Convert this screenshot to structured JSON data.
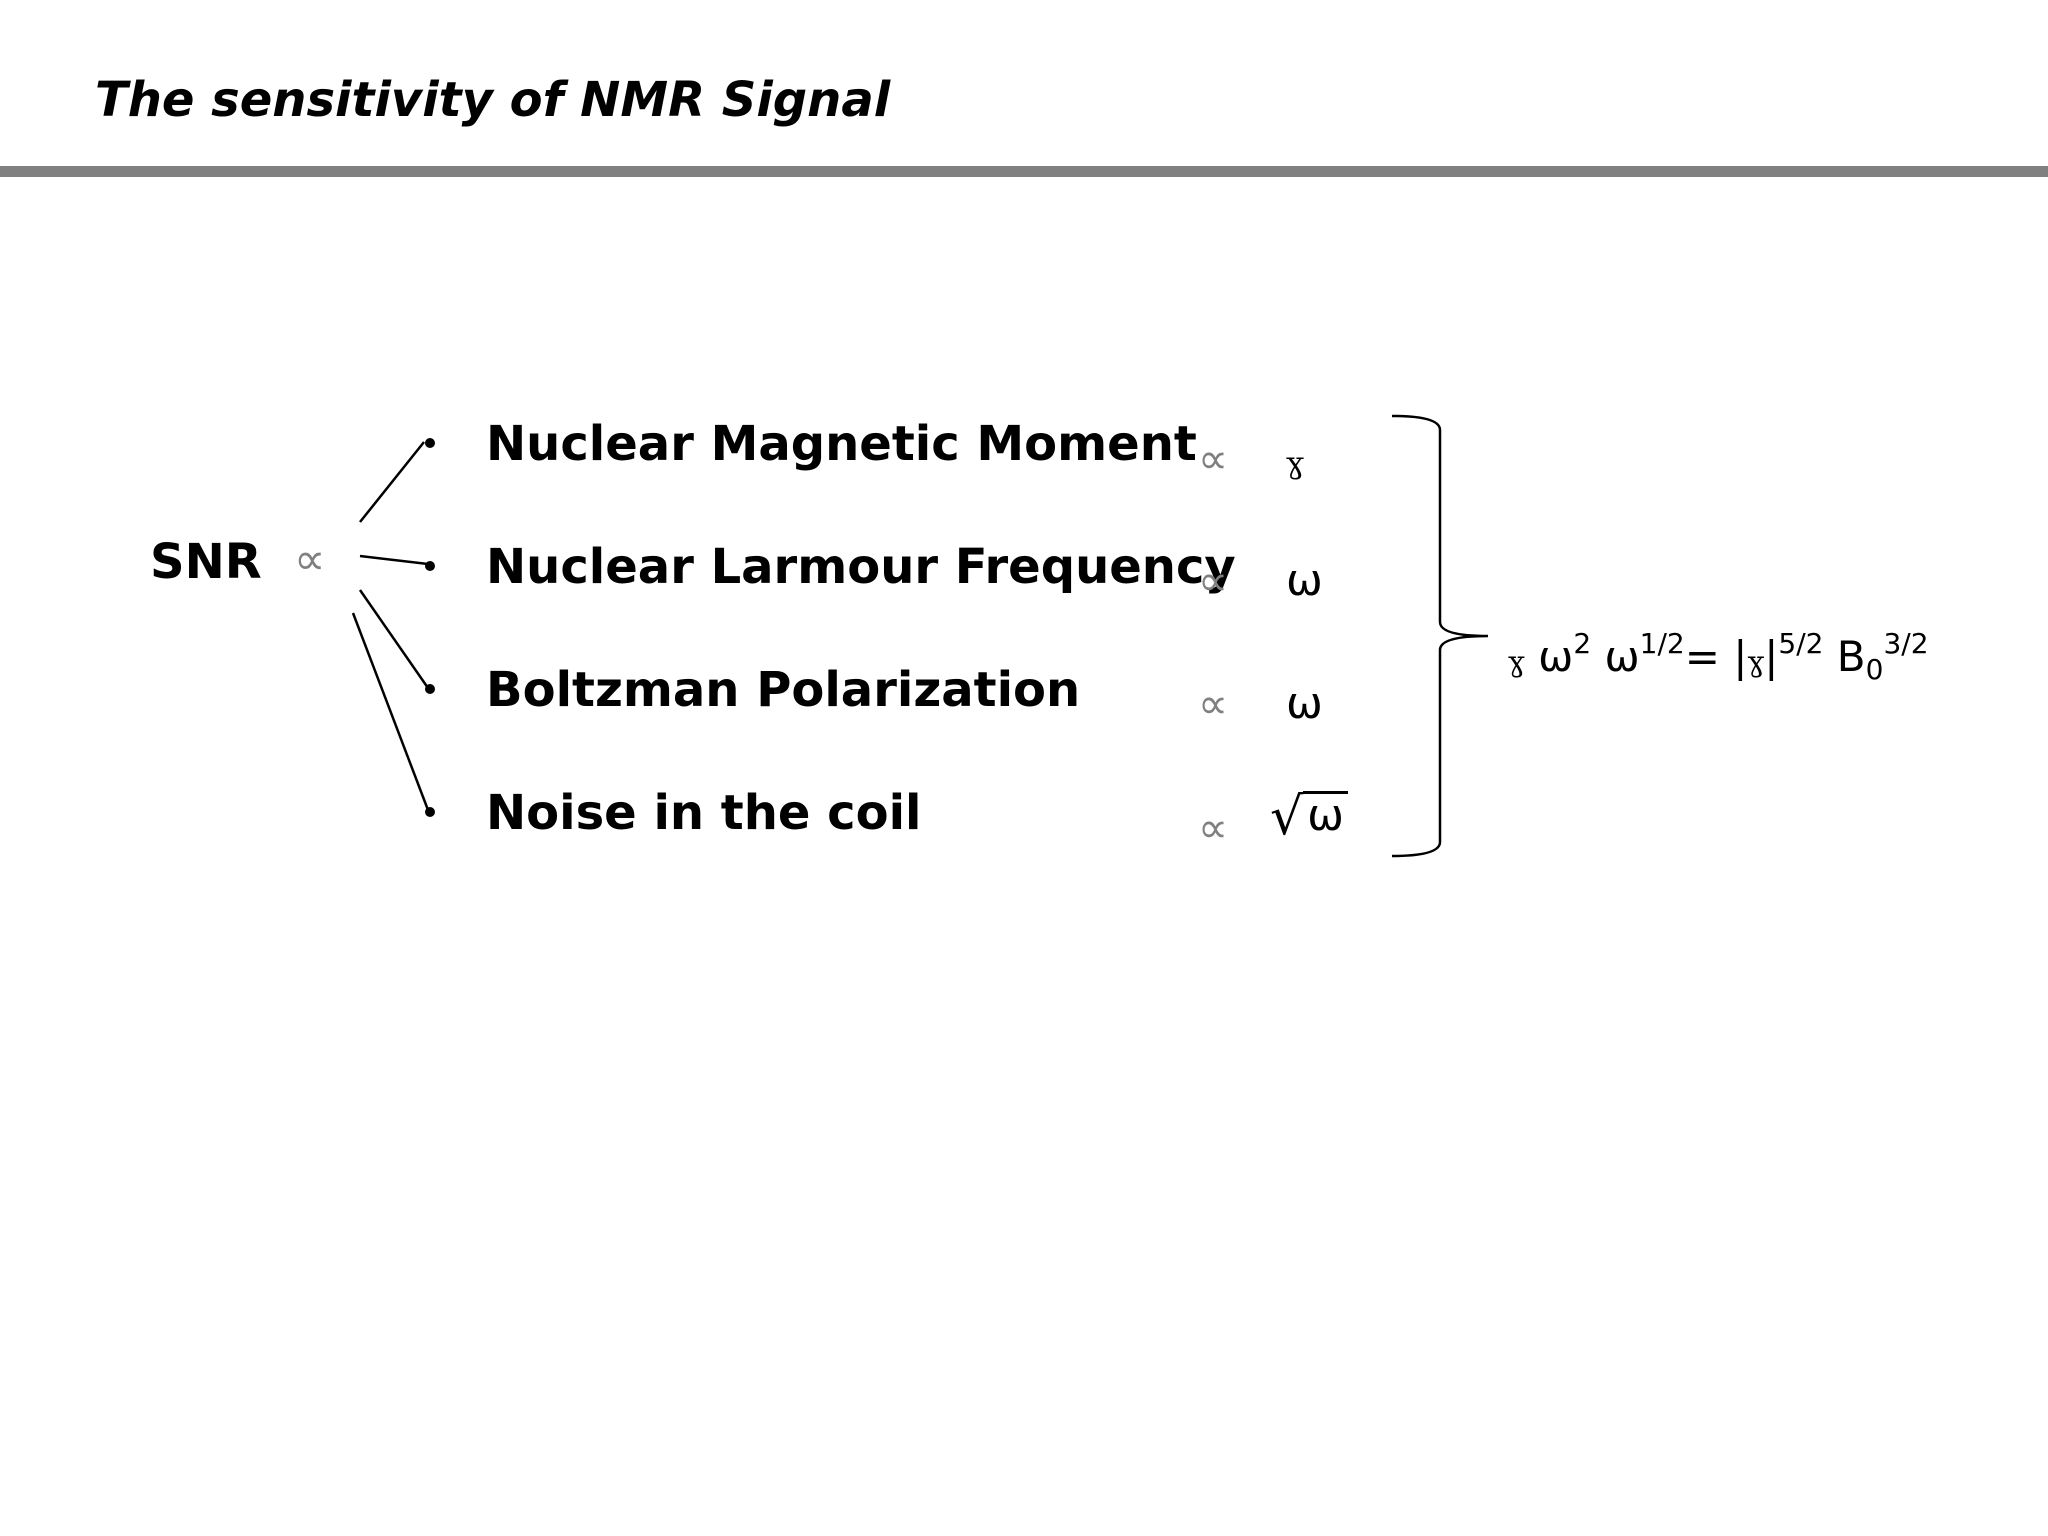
{
  "title": "The sensitivity of NMR Signal",
  "snr_label": "SNR",
  "proportional_symbol": "∝",
  "items": [
    {
      "label": "Nuclear Magnetic Moment",
      "proportional": "∝",
      "variable": "ɣ"
    },
    {
      "label": "Nuclear Larmour Frequency",
      "proportional": "∝",
      "variable": "ω"
    },
    {
      "label": "Boltzman Polarization",
      "proportional": "∝",
      "variable": "ω"
    },
    {
      "label": "Noise  in the coil",
      "proportional": "∝",
      "variable": "ω",
      "radical": "√"
    }
  ],
  "result": {
    "gamma": "ɣ",
    "omega1": "ω",
    "exp1": "2",
    "omega2": "ω",
    "exp2": "1/2",
    "equals": "= |",
    "gamma2": "ɣ",
    "bar_close": "|",
    "exp3": "5/2",
    "b": "B",
    "b_sub": "0",
    "exp4": "3/2"
  },
  "colors": {
    "rule": "#808080",
    "proportional_symbol": "#808080",
    "text": "#000000"
  }
}
